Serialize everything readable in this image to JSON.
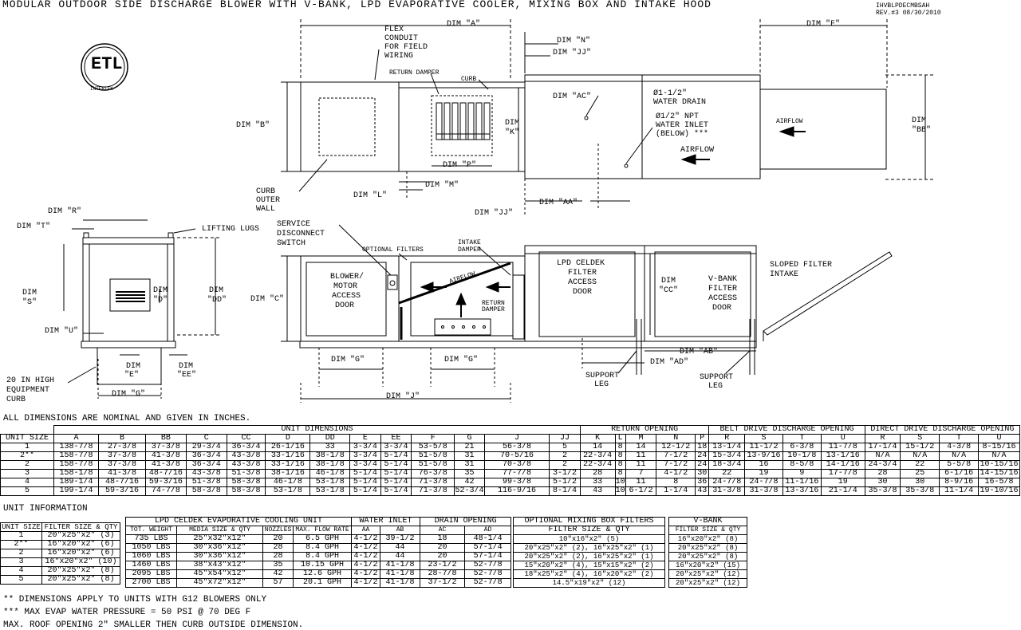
{
  "title": "MODULAR OUTDOOR SIDE DISCHARGE BLOWER WITH V-BANK, LPD EVAPORATIVE COOLER, MIXING BOX AND INTAKE HOOD",
  "drawing_id": "IHVBLPDECMBSAH",
  "revision": "REV.#3  08/30/2010",
  "logo_text": "ETL",
  "logo_sub": "INTERTEK",
  "top_view_labels": {
    "dim_a": "DIM \"A\"",
    "dim_f": "DIM \"F\"",
    "dim_n": "DIM \"N\"",
    "dim_jj_top": "DIM \"JJ\"",
    "flex": "FLEX",
    "conduit": "CONDUIT",
    "for_field": "FOR FIELD",
    "wiring": "WIRING",
    "return_damper": "RETURN DAMPER",
    "curb": "CURB",
    "dim_b": "DIM \"B\"",
    "dim_k1": "DIM",
    "dim_k2": "\"K\"",
    "dim_p": "DIM \"P\"",
    "dim_ac": "DIM \"AC\"",
    "water_drain1": "Ø1-1/2\"",
    "water_drain2": "WATER DRAIN",
    "water_inlet1": "Ø1/2\" NPT",
    "water_inlet2": "WATER INLET",
    "water_inlet3": "(BELOW) ***",
    "airflow1": "AIRFLOW",
    "airflow2": "AIRFLOW",
    "dim_bb1": "DIM",
    "dim_bb2": "\"BB\"",
    "curb_outer1": "CURB",
    "curb_outer2": "OUTER",
    "curb_outer3": "WALL",
    "dim_l": "DIM \"L\"",
    "dim_m": "DIM \"M\"",
    "dim_jj_bottom": "DIM \"JJ\"",
    "dim_aa": "DIM \"AA\""
  },
  "end_view_labels": {
    "dim_r": "DIM \"R\"",
    "dim_t": "DIM \"T\"",
    "lifting_lugs": "LIFTING LUGS",
    "dim_s1": "DIM",
    "dim_s2": "\"S\"",
    "dim_d1": "DIM",
    "dim_d2": "\"D\"",
    "dim_dd1": "DIM",
    "dim_dd2": "\"DD\"",
    "dim_u": "DIM \"U\"",
    "dim_e1": "DIM",
    "dim_e2": "\"E\"",
    "dim_ee1": "DIM",
    "dim_ee2": "\"EE\"",
    "curb1": "20 IN HIGH",
    "curb2": "EQUIPMENT",
    "curb3": "CURB",
    "dim_g": "DIM \"G\""
  },
  "side_view_labels": {
    "service1": "SERVICE",
    "service2": "DISCONNECT",
    "service3": "SWITCH",
    "optional_filters": "OPTIONAL FILTERS",
    "intake_damper1": "INTAKE",
    "intake_damper2": "DAMPER",
    "dim_c": "DIM \"C\"",
    "blower1": "BLOWER/",
    "blower2": "MOTOR",
    "blower3": "ACCESS",
    "blower4": "DOOR",
    "airflow": "AIRFLOW",
    "return_damper1": "RETURN",
    "return_damper2": "DAMPER",
    "lpd1": "LPD CELDEK",
    "lpd2": "FILTER",
    "lpd3": "ACCESS",
    "lpd4": "DOOR",
    "dim_cc1": "DIM",
    "dim_cc2": "\"CC\"",
    "vbank1": "V-BANK",
    "vbank2": "FILTER",
    "vbank3": "ACCESS",
    "vbank4": "DOOR",
    "sloped1": "SLOPED FILTER",
    "sloped2": "INTAKE",
    "dim_g1": "DIM \"G\"",
    "dim_g2": "DIM \"G\"",
    "dim_j": "DIM \"J\"",
    "dim_ab": "DIM \"AB\"",
    "dim_ad": "DIM \"AD\"",
    "support1a": "SUPPORT",
    "support1b": "LEG",
    "support2a": "SUPPORT",
    "support2b": "LEG"
  },
  "nominal_note": "ALL DIMENSIONS ARE NOMINAL AND GIVEN IN INCHES.",
  "dim_table": {
    "group_headers": [
      "UNIT DIMENSIONS",
      "RETURN OPENING",
      "BELT DRIVE DISCHARGE OPENING",
      "DIRECT DRIVE DISCHARGE OPENING"
    ],
    "columns": [
      "UNIT SIZE",
      "A",
      "B",
      "BB",
      "C",
      "CC",
      "D",
      "DD",
      "E",
      "EE",
      "F",
      "G",
      "J",
      "JJ",
      "K",
      "L",
      "M",
      "N",
      "P",
      "R",
      "S",
      "T",
      "U",
      "R",
      "S",
      "T",
      "U"
    ],
    "rows": [
      [
        "1",
        "138-7/8",
        "27-3/8",
        "37-3/8",
        "29-3/4",
        "36-3/4",
        "26-1/16",
        "33",
        "3-3/4",
        "3-3/4",
        "53-5/8",
        "21",
        "56-3/8",
        "5",
        "14",
        "8",
        "14",
        "12-1/2",
        "18",
        "13-1/4",
        "11-1/2",
        "6-3/8",
        "11-7/8",
        "17-1/4",
        "15-1/2",
        "4-3/8",
        "8-15/16"
      ],
      [
        "2**",
        "158-7/8",
        "37-3/8",
        "41-3/8",
        "36-3/4",
        "43-3/8",
        "33-1/16",
        "38-1/8",
        "3-3/4",
        "5-1/4",
        "51-5/8",
        "31",
        "70-5/16",
        "2",
        "22-3/4",
        "8",
        "11",
        "7-1/2",
        "24",
        "15-3/4",
        "13-9/16",
        "10-1/8",
        "13-1/16",
        "N/A",
        "N/A",
        "N/A",
        "N/A"
      ],
      [
        "2",
        "158-7/8",
        "37-3/8",
        "41-3/8",
        "36-3/4",
        "43-3/8",
        "33-1/16",
        "38-1/8",
        "3-3/4",
        "5-1/4",
        "51-5/8",
        "31",
        "70-3/8",
        "2",
        "22-3/4",
        "8",
        "11",
        "7-1/2",
        "24",
        "18-3/4",
        "16",
        "8-5/8",
        "14-1/16",
        "24-3/4",
        "22",
        "5-5/8",
        "10-15/16"
      ],
      [
        "3",
        "158-1/8",
        "41-3/8",
        "48-7/16",
        "43-3/8",
        "51-3/8",
        "38-1/16",
        "46-1/8",
        "5-1/4",
        "5-1/4",
        "76-3/8",
        "35",
        "77-7/8",
        "3-1/2",
        "28",
        "8",
        "7",
        "4-1/2",
        "30",
        "22",
        "19",
        "9",
        "17-7/8",
        "28",
        "25",
        "6-1/16",
        "14-15/16"
      ],
      [
        "4",
        "189-1/4",
        "48-7/16",
        "59-3/16",
        "51-3/8",
        "58-3/8",
        "46-1/8",
        "53-1/8",
        "5-1/4",
        "5-1/4",
        "71-3/8",
        "42",
        "99-3/8",
        "5-1/2",
        "33",
        "10",
        "11",
        "8",
        "36",
        "24-7/8",
        "24-7/8",
        "11-1/16",
        "19",
        "30",
        "30",
        "8-9/16",
        "16-5/8"
      ],
      [
        "5",
        "199-1/4",
        "59-3/16",
        "74-7/8",
        "58-3/8",
        "58-3/8",
        "53-1/8",
        "53-1/8",
        "5-1/4",
        "5-1/4",
        "71-3/8",
        "52-3/4",
        "116-9/16",
        "8-1/4",
        "43",
        "10",
        "6-1/2",
        "1-1/4",
        "43",
        "31-3/8",
        "31-3/8",
        "13-3/16",
        "21-1/4",
        "35-3/8",
        "35-3/8",
        "11-1/4",
        "19-10/16"
      ]
    ]
  },
  "unit_info_label": "UNIT INFORMATION",
  "filter_table": {
    "headers": [
      "UNIT SIZE",
      "FILTER SIZE & QTY"
    ],
    "rows": [
      [
        "1",
        "20\"x25\"x2\" (3)"
      ],
      [
        "2**",
        "16\"x20\"x2\" (6)"
      ],
      [
        "2",
        "16\"x20\"x2\" (6)"
      ],
      [
        "3",
        "16\"x20\"x2\" (10)"
      ],
      [
        "4",
        "20\"x25\"x2\" (8)"
      ],
      [
        "5",
        "20\"x25\"x2\" (8)"
      ]
    ]
  },
  "lpd_table": {
    "groups": [
      "LPD CELDEK EVAPORATIVE COOLING UNIT",
      "WATER INLET",
      "DRAIN OPENING"
    ],
    "columns": [
      "TOT. WEIGHT",
      "MEDIA SIZE & QTY",
      "NOZZLES",
      "MAX. FLOW RATE",
      "AA",
      "AB",
      "AC",
      "AD"
    ],
    "rows": [
      [
        "735 LBS",
        "25\"x32\"x12\"",
        "20",
        "6.5 GPH",
        "4-1/2",
        "39-1/2",
        "18",
        "48-1/4"
      ],
      [
        "1050 LBS",
        "30\"x36\"x12\"",
        "28",
        "8.4 GPH",
        "4-1/2",
        "44",
        "20",
        "57-1/4"
      ],
      [
        "1060 LBS",
        "30\"x36\"x12\"",
        "28",
        "8.4 GPH",
        "4-1/2",
        "44",
        "20",
        "57-1/4"
      ],
      [
        "1460 LBS",
        "38\"x43\"x12\"",
        "35",
        "10.15 GPH",
        "4-1/2",
        "41-1/8",
        "23-1/2",
        "52-7/8"
      ],
      [
        "2095 LBS",
        "45\"x54\"x12\"",
        "42",
        "12.6 GPH",
        "4-1/2",
        "41-1/8",
        "28-7/8",
        "52-7/8"
      ],
      [
        "2700 LBS",
        "45\"x72\"x12\"",
        "57",
        "20.1 GPH",
        "4-1/2",
        "41-1/8",
        "37-1/2",
        "52-7/8"
      ]
    ]
  },
  "mix_table": {
    "group": "OPTIONAL MIXING BOX FILTERS",
    "column": "FILTER SIZE & QTY",
    "rows": [
      "10\"x16\"x2\" (5)",
      "20\"x25\"x2\" (2), 16\"x25\"x2\" (1)",
      "20\"x25\"x2\" (2), 16\"x25\"x2\" (1)",
      "15\"x20\"x2\" (4), 15\"x15\"x2\" (2)",
      "18\"x25\"x2\" (4), 16\"x20\"x2\" (2)",
      "14.5\"x19\"x2\" (12)"
    ]
  },
  "vbank_table": {
    "group": "V-BANK",
    "column": "FILTER SIZE & QTY",
    "rows": [
      "16\"x20\"x2\" (8)",
      "20\"x25\"x2\" (8)",
      "20\"x25\"x2\" (8)",
      "16\"x20\"x2\" (15)",
      "20\"x25\"x2\" (12)",
      "20\"x25\"x2\" (12)"
    ]
  },
  "notes": [
    "** DIMENSIONS APPLY TO UNITS WITH G12 BLOWERS ONLY",
    "*** MAX EVAP WATER PRESSURE = 50 PSI @ 70 DEG F",
    "MAX. ROOF OPENING 2\" SMALLER THEN CURB OUTSIDE DIMENSION."
  ]
}
